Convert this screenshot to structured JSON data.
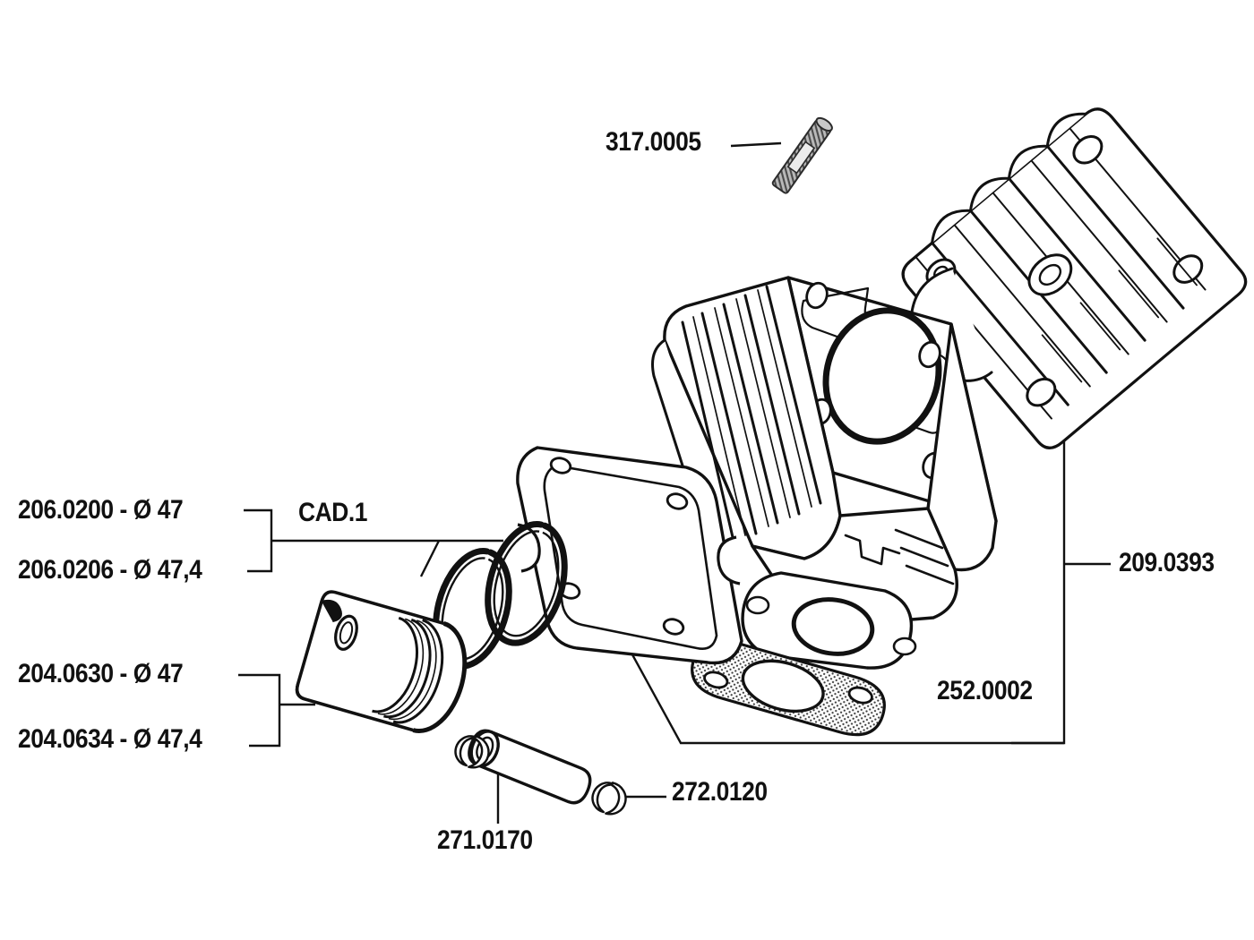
{
  "diagram": {
    "title": "Exploded cylinder kit parts diagram",
    "background_color": "#ffffff",
    "line_color": "#111111",
    "gasket_hatch_color": "#4a4a4a"
  },
  "labels": {
    "stud": "317.0005",
    "ring_a": "206.0200 - Ø 47",
    "ring_b": "206.0206 - Ø 47,4",
    "cad": "CAD.1",
    "piston_a": "204.0630 - Ø 47",
    "piston_b": "204.0634 - Ø 47,4",
    "cylinder_kit": "209.0393",
    "intake_gasket": "252.0002",
    "piston_pin": "271.0170",
    "circlips": "272.0120"
  },
  "parts": [
    {
      "code": "317.0005",
      "name": "stud-bolt"
    },
    {
      "code": "206.0200",
      "name": "piston-ring-set",
      "bore": "Ø 47"
    },
    {
      "code": "206.0206",
      "name": "piston-ring-set",
      "bore": "Ø 47,4"
    },
    {
      "code": "204.0630",
      "name": "piston",
      "bore": "Ø 47"
    },
    {
      "code": "204.0634",
      "name": "piston",
      "bore": "Ø 47,4"
    },
    {
      "code": "209.0393",
      "name": "cylinder-kit"
    },
    {
      "code": "252.0002",
      "name": "intake-manifold-gasket"
    },
    {
      "code": "271.0170",
      "name": "piston-pin"
    },
    {
      "code": "272.0120",
      "name": "circlip"
    },
    {
      "code": "CAD.1",
      "name": "ring-assembly-note"
    }
  ]
}
